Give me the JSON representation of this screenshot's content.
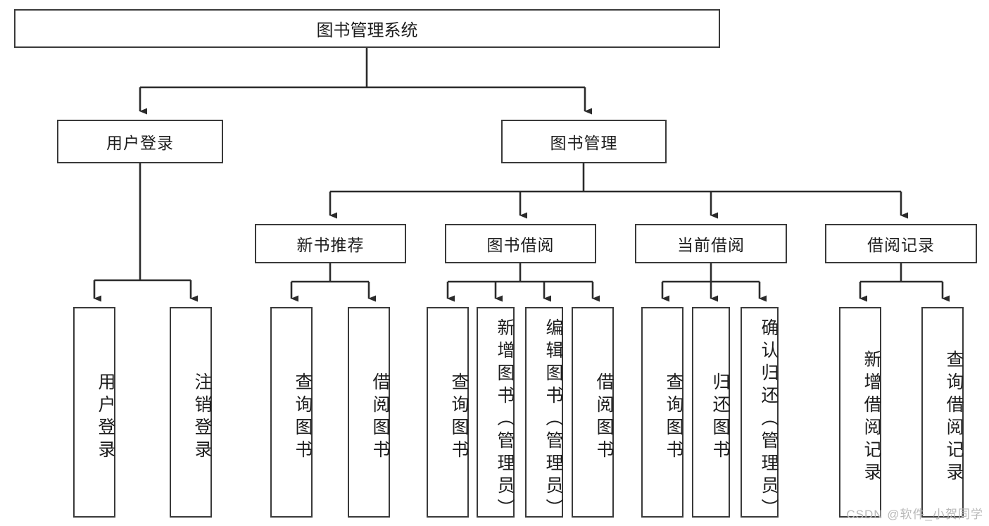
{
  "diagram": {
    "type": "tree",
    "title": "图书管理系统",
    "watermark": "CSDN @软件_小贺同学",
    "colors": {
      "box_border": "#3a3a3a",
      "box_fill": "#ffffff",
      "connector": "#2b2b2b",
      "text": "#1d1d1d",
      "watermark": "#b9b9b9"
    },
    "root": {
      "label": "图书管理系统"
    },
    "level2": [
      {
        "label": "用户登录"
      },
      {
        "label": "图书管理"
      }
    ],
    "level3": [
      {
        "label": "新书推荐"
      },
      {
        "label": "图书借阅"
      },
      {
        "label": "当前借阅"
      },
      {
        "label": "借阅记录"
      }
    ],
    "leaves": [
      {
        "label": "用户登录",
        "parent": "用户登录"
      },
      {
        "label": "注销登录",
        "parent": "用户登录"
      },
      {
        "label": "查询图书",
        "parent": "新书推荐"
      },
      {
        "label": "借阅图书",
        "parent": "新书推荐"
      },
      {
        "label": "查询图书",
        "parent": "图书借阅"
      },
      {
        "label": "新增图书（管理员）",
        "parent": "图书借阅"
      },
      {
        "label": "编辑图书（管理员）",
        "parent": "图书借阅"
      },
      {
        "label": "借阅图书",
        "parent": "图书借阅"
      },
      {
        "label": "查询图书",
        "parent": "当前借阅"
      },
      {
        "label": "归还图书",
        "parent": "当前借阅"
      },
      {
        "label": "确认归还（管理员）",
        "parent": "当前借阅"
      },
      {
        "label": "新增借阅记录",
        "parent": "借阅记录"
      },
      {
        "label": "查询借阅记录",
        "parent": "借阅记录"
      }
    ]
  }
}
